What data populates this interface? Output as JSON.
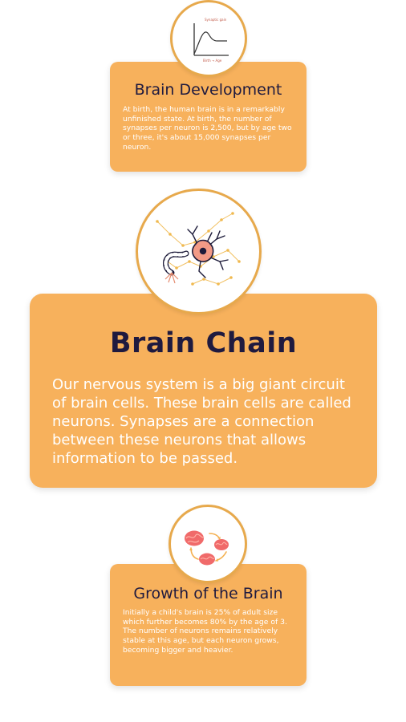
{
  "cards": [
    {
      "title": "Brain Development",
      "body": "At birth, the human brain is in a remarkably unfinished state. At birth, the number of synapses per neuron is 2,500, but by age two or three, it's about 15,000 synapses per neuron.",
      "badge_icon": "synapse-growth-chart-icon",
      "badge_labels": [
        "Synaptic gain",
        "Birth → Age"
      ]
    },
    {
      "title": "Brain Chain",
      "body": "Our nervous system is a big giant circuit of brain cells. These brain cells are called neurons. Synapses are a connection between these neurons that allows information to be passed.",
      "badge_icon": "neuron-icon"
    },
    {
      "title": "Growth of the Brain",
      "body": "Initially a child's brain is 25% of adult size which further becomes 80% by the age of 3. The number of neurons remains relatively stable at this age, but each neuron grows, becoming bigger and heavier.",
      "badge_icon": "brains-cycle-icon"
    }
  ],
  "colors": {
    "card_bg": "#f7b15c",
    "title": "#1f1a3f",
    "text": "#ffffff",
    "badge_border": "#e7a94c"
  }
}
